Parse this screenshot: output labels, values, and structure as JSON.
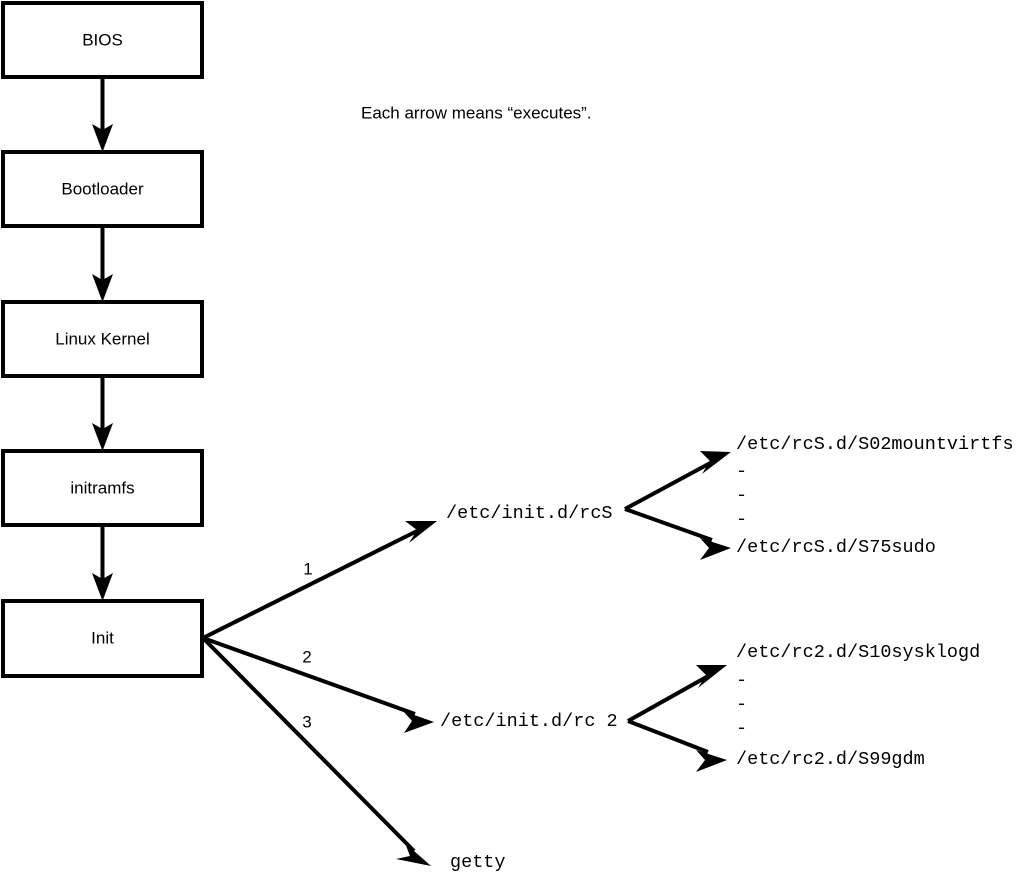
{
  "diagram": {
    "title": "Linux boot process flow diagram",
    "note": "Each arrow means “executes”.",
    "colors": {
      "stroke": "#000000",
      "fill": "#ffffff",
      "background": "#ffffff"
    },
    "stages": [
      {
        "id": "bios",
        "label": "BIOS"
      },
      {
        "id": "bootloader",
        "label": "Bootloader"
      },
      {
        "id": "kernel",
        "label": "Linux Kernel"
      },
      {
        "id": "initramfs",
        "label": "initramfs"
      },
      {
        "id": "init",
        "label": "Init"
      }
    ],
    "init_branches": [
      {
        "number": "1",
        "label": "/etc/init.d/rcS"
      },
      {
        "number": "2",
        "label": "/etc/init.d/rc 2"
      },
      {
        "number": "3",
        "label": "getty"
      }
    ],
    "rcs_scripts": {
      "first": "/etc/rcS.d/S02mountvirtfs",
      "ellipsis": [
        "-",
        "-",
        "-"
      ],
      "last": "/etc/rcS.d/S75sudo"
    },
    "rc2_scripts": {
      "first": "/etc/rc2.d/S10sysklogd",
      "ellipsis": [
        "-",
        "-",
        "-"
      ],
      "last": "/etc/rc2.d/S99gdm"
    }
  }
}
